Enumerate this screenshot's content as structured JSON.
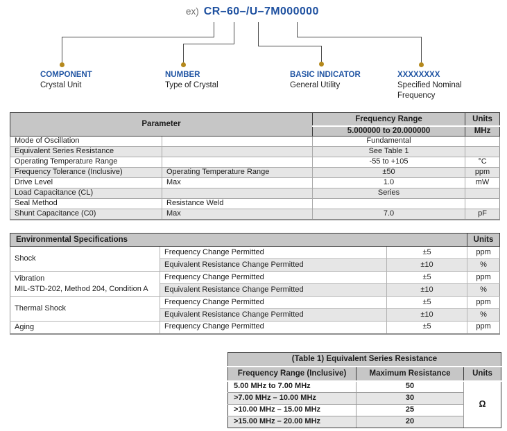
{
  "diagram": {
    "prefix": "ex)",
    "part_number": "CR–60–/U–7M000000",
    "branches": [
      {
        "label": "COMPONENT",
        "description": "Crystal Unit"
      },
      {
        "label": "NUMBER",
        "description": "Type of Crystal"
      },
      {
        "label": "BASIC INDICATOR",
        "description": "General Utility"
      },
      {
        "label": "XXXXXXXX",
        "description": "Specified Nominal Frequency"
      }
    ]
  },
  "parameter_table": {
    "header": {
      "parameter": "Parameter",
      "frequency_range": "Frequency Range",
      "range_value": "5.000000 to 20.000000",
      "units": "Units",
      "units_value": "MHz"
    },
    "rows": [
      {
        "param": "Mode of Oscillation",
        "condition": "",
        "value": "Fundamental",
        "unit": ""
      },
      {
        "param": "Equivalent Series Resistance",
        "condition": "",
        "value": "See Table 1",
        "unit": ""
      },
      {
        "param": "Operating Temperature Range",
        "condition": "",
        "value": "-55 to +105",
        "unit": "°C"
      },
      {
        "param": "Frequency Tolerance (Inclusive)",
        "condition": "Operating Temperature Range",
        "value": "±50",
        "unit": "ppm"
      },
      {
        "param": "Drive Level",
        "condition": "Max",
        "value": "1.0",
        "unit": "mW"
      },
      {
        "param": "Load Capacitance (CL)",
        "condition": "",
        "value": "Series",
        "unit": ""
      },
      {
        "param": "Seal Method",
        "condition": "Resistance Weld",
        "value": "",
        "unit": ""
      },
      {
        "param": "Shunt Capacitance (C0)",
        "condition": "Max",
        "value": "7.0",
        "unit": "pF"
      }
    ]
  },
  "environmental_table": {
    "title": "Environmental Specifications",
    "units_header": "Units",
    "groups": [
      {
        "name": "Shock",
        "name2": "",
        "rows": [
          {
            "test": "Frequency Change Permitted",
            "value": "±5",
            "unit": "ppm"
          },
          {
            "test": "Equivalent Resistance Change Permitted",
            "value": "±10",
            "unit": "%"
          }
        ]
      },
      {
        "name": "Vibration",
        "name2": "MIL-STD-202, Method 204, Condition A",
        "rows": [
          {
            "test": "Frequency Change Permitted",
            "value": "±5",
            "unit": "ppm"
          },
          {
            "test": "Equivalent Resistance Change Permitted",
            "value": "±10",
            "unit": "%"
          }
        ]
      },
      {
        "name": "Thermal Shock",
        "name2": "",
        "rows": [
          {
            "test": "Frequency Change Permitted",
            "value": "±5",
            "unit": "ppm"
          },
          {
            "test": "Equivalent Resistance Change Permitted",
            "value": "±10",
            "unit": "%"
          }
        ]
      },
      {
        "name": "Aging",
        "name2": "",
        "rows": [
          {
            "test": "Frequency Change Permitted",
            "value": "±5",
            "unit": "ppm"
          }
        ]
      }
    ]
  },
  "esr_table": {
    "title": "(Table 1) Equivalent Series Resistance",
    "headers": {
      "range": "Frequency Range (Inclusive)",
      "resistance": "Maximum Resistance",
      "units": "Units"
    },
    "rows": [
      {
        "range": "5.00 MHz to 7.00 MHz",
        "resistance": "50"
      },
      {
        "range": ">7.00 MHz – 10.00 MHz",
        "resistance": "30"
      },
      {
        "range": ">10.00 MHz – 15.00 MHz",
        "resistance": "25"
      },
      {
        "range": ">15.00 MHz – 20.00 MHz",
        "resistance": "20"
      }
    ],
    "unit": "Ω"
  },
  "colors": {
    "accent_blue": "#2155a3",
    "part_number_blue": "#1f51a0",
    "dot_gold": "#b5891c",
    "header_gray": "#c6c6c6",
    "row_alt_gray": "#e6e6e6"
  }
}
